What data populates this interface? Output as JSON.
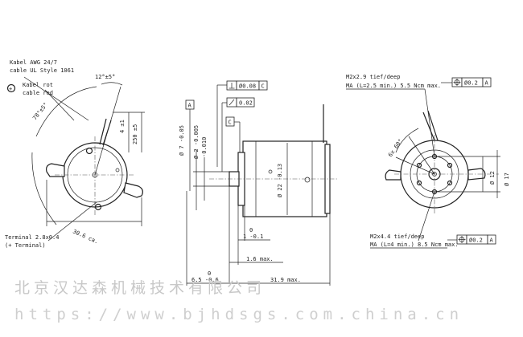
{
  "left_view": {
    "cable_spec_1": "Kabel AWG 24/7",
    "cable_spec_2": "cable UL Style 1061",
    "plus_symbol": "+",
    "red_cable_1": "Kabel rot",
    "red_cable_2": "cable red",
    "angle_top": "12°±5°",
    "angle_side": "78°±5°",
    "dim_4": "4 ±1",
    "dim_250": "250 ±5",
    "dim_width": "30.6 ca.",
    "terminal_1": "Terminal 2.8x0.4",
    "terminal_2": "(+ Terminal)"
  },
  "middle_view": {
    "datum_a": "A",
    "datum_c": "C",
    "perp_tol": "0.08",
    "perp_ref": "C",
    "runout_tol": "0.02",
    "shaft_dia_1": "Ø 7 -0.05",
    "shaft_dia_2": "Ø 2 -0.005",
    "shaft_dia_3": "-0.010",
    "body_dia": "Ø 22 -0.13",
    "dim_1_top": "0",
    "dim_1": "1 -0.1",
    "dim_16": "1.6 max.",
    "dim_65_top": "0",
    "dim_65": "6.5 -0.6",
    "dim_319": "31.9 max."
  },
  "right_view": {
    "thread_top_1": "M2x2.9 tief/deep",
    "thread_top_2": "MA (L=2.5 min.) 5.5 Ncm max.",
    "pos_tol_top": "Ø0.2",
    "pos_ref_top": "A",
    "angle": "6x 60°",
    "dia_12": "Ø 12",
    "dia_17": "Ø 17",
    "thread_bot_1": "M2x4.4 tief/deep",
    "thread_bot_2": "MA (L=4 min.) 8.5 Ncm max.",
    "pos_tol_bot": "Ø0.2",
    "pos_ref_bot": "A"
  },
  "watermark": {
    "company": "北京汉达森机械技术有限公司",
    "url": "https://www.bjhdsgs.com.china.cn"
  }
}
